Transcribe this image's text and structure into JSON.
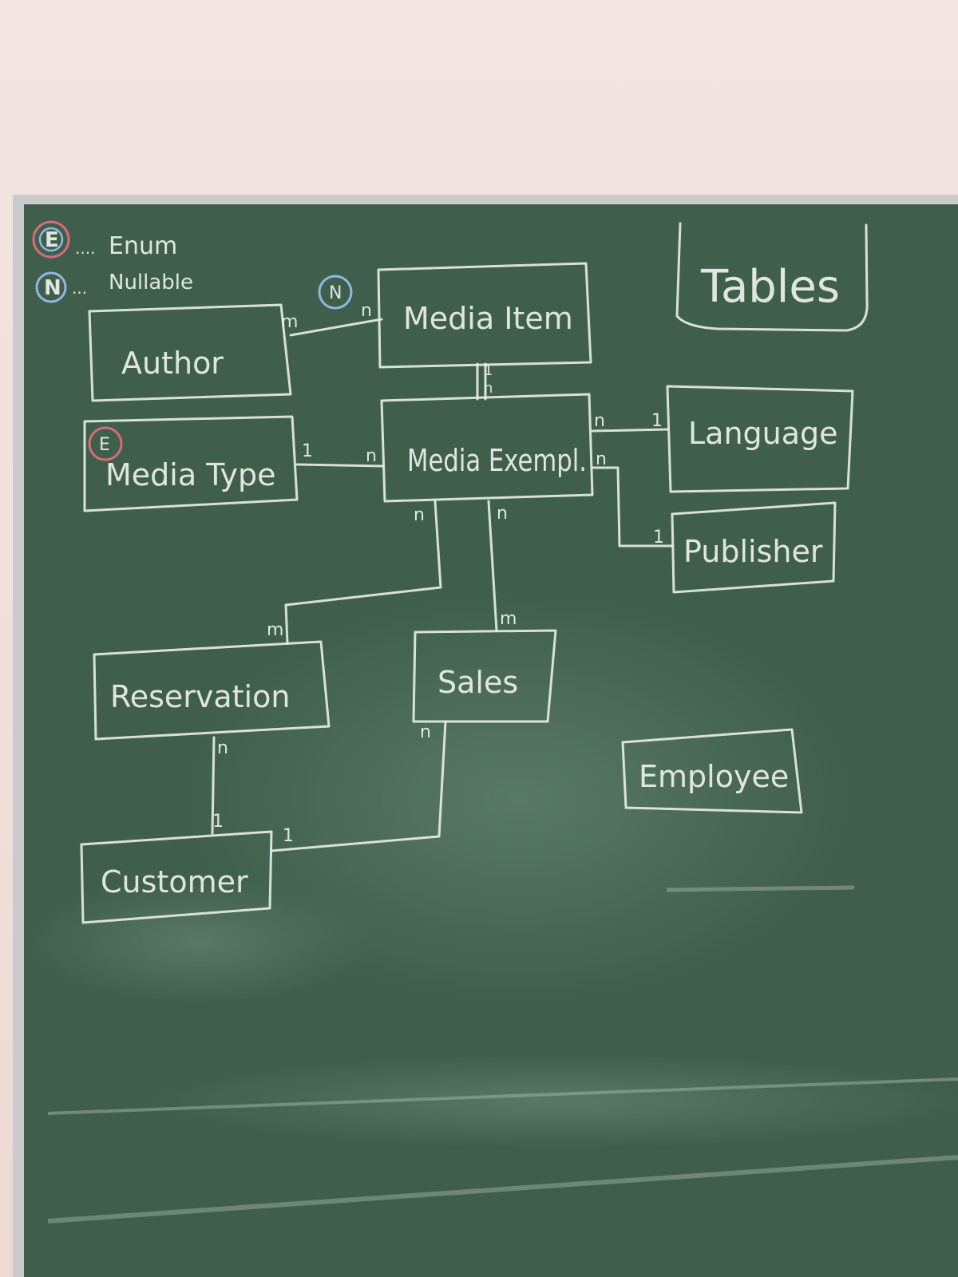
{
  "legend": {
    "enum_symbol": "E",
    "enum_label": "Enum",
    "nullable_symbol": "N",
    "nullable_label": "Nullable",
    "enum_color": "#d96a78",
    "nullable_color": "#8fb8e3"
  },
  "title": "Tables",
  "entities": {
    "author": "Author",
    "media_item": "Media Item",
    "media_type": "Media Type",
    "media_exempl": "Media Exempl.",
    "language": "Language",
    "publisher": "Publisher",
    "reservation": "Reservation",
    "sales": "Sales",
    "employee": "Employee",
    "customer": "Customer"
  },
  "cardinalities": {
    "author_m": "m",
    "item_n_author": "n",
    "nullable_mark": "N",
    "item_1": "1",
    "exempl_n_item": "n",
    "type_1": "1",
    "exempl_n_type": "n",
    "exempl_n_lang": "n",
    "lang_1": "1",
    "exempl_n_pub": "n",
    "pub_1": "1",
    "exempl_n_res": "n",
    "exempl_n_sales": "n",
    "res_m": "m",
    "sales_m": "m",
    "res_n": "n",
    "cust_1_res": "1",
    "sales_n": "n",
    "cust_1_sales": "1",
    "enum_mark": "E"
  },
  "colors": {
    "board": "#3f5f4c",
    "chalk": "#e9eee8",
    "frame": "#c9cccb",
    "wall": "#efe1dd"
  }
}
